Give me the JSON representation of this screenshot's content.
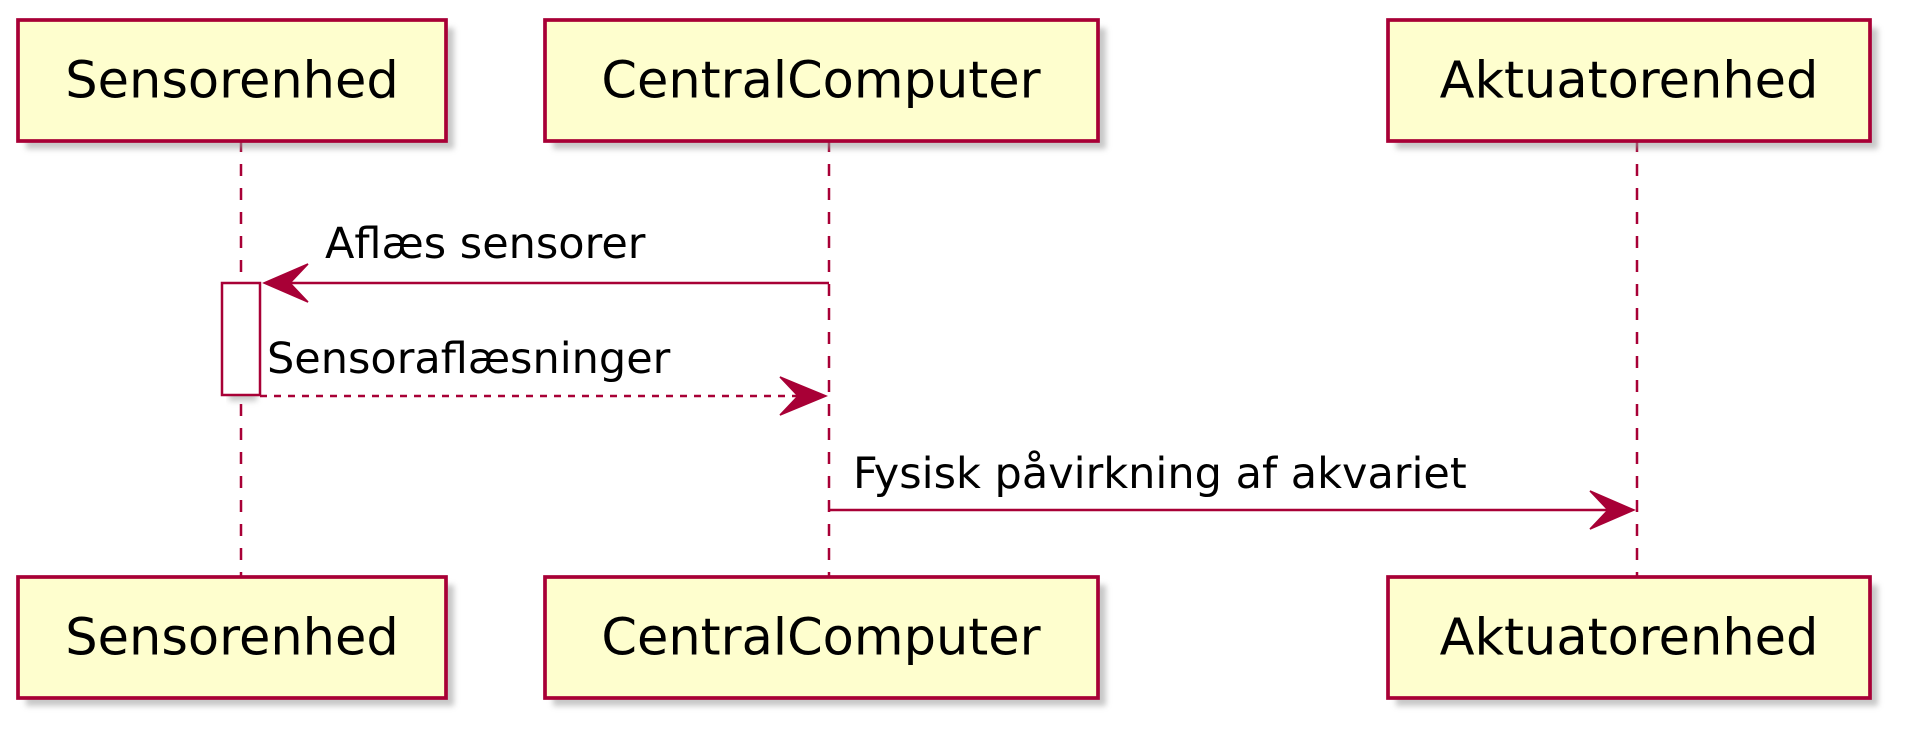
{
  "participants": [
    {
      "id": "sensor",
      "label": "Sensorenhed"
    },
    {
      "id": "central",
      "label": "CentralComputer"
    },
    {
      "id": "actuator",
      "label": "Aktuatorenhed"
    }
  ],
  "messages": [
    {
      "from": "central",
      "to": "sensor",
      "label": "Aflæs sensorer",
      "style": "solid"
    },
    {
      "from": "sensor",
      "to": "central",
      "label": "Sensoraflæsninger",
      "style": "dashed"
    },
    {
      "from": "central",
      "to": "actuator",
      "label": "Fysisk påvirkning af akvariet",
      "style": "solid"
    }
  ],
  "colors": {
    "participant_fill": "#FEFECE",
    "border": "#A80036",
    "activation_fill": "#FFFFFF",
    "text": "#000000"
  }
}
